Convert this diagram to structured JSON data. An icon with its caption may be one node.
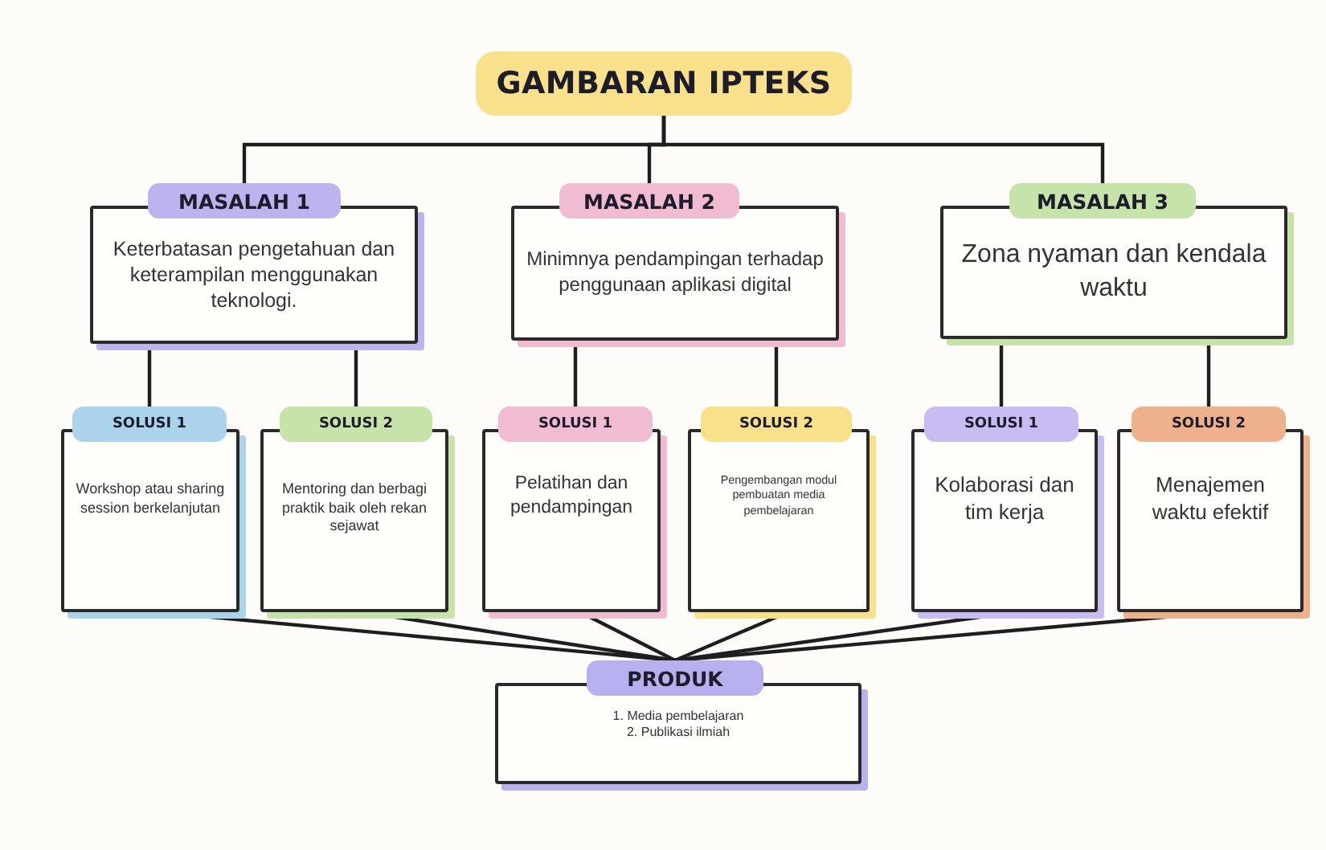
{
  "diagram": {
    "nodes": [
      {
        "text": [
          "GAMBARAN IPTEKS"
        ]
      },
      {
        "text": [
          "MASALAH 1",
          "Keterbatasan pengetahuan dan keterampilan menggunakan teknologi."
        ]
      },
      {
        "text": [
          "MASALAH 2",
          "Minimnya pendampingan terhadap penggunaan aplikasi digital"
        ]
      },
      {
        "text": [
          "MASALAH 3",
          "Zona nyaman dan kendala waktu"
        ]
      },
      {
        "text": [
          "SOLUSI 1",
          "Workshop atau sharing session berkelanjutan"
        ]
      },
      {
        "text": [
          "SOLUSI 2",
          "Mentoring dan berbagi praktik baik oleh rekan sejawat"
        ]
      },
      {
        "text": [
          "SOLUSI 1",
          "Pelatihan dan pendampingan"
        ]
      },
      {
        "text": [
          "SOLUSI 2",
          "Pengembangan modul pembuatan media pembelajaran"
        ]
      },
      {
        "text": [
          "SOLUSI 1",
          "Kolaborasi dan tim kerja"
        ]
      },
      {
        "text": [
          "SOLUSI 2",
          "Menajemen waktu efektif"
        ]
      },
      {
        "text": [
          "PRODUK",
          "1. Media pembelajaran",
          "2. Publikasi ilmiah"
        ]
      }
    ],
    "edges": [
      {
        "from": 0,
        "to": 1,
        "arrow": "none"
      },
      {
        "from": 0,
        "to": 2,
        "arrow": "none"
      },
      {
        "from": 0,
        "to": 3,
        "arrow": "none"
      },
      {
        "from": 1,
        "to": 4,
        "arrow": "none"
      },
      {
        "from": 1,
        "to": 5,
        "arrow": "none"
      },
      {
        "from": 2,
        "to": 6,
        "arrow": "none"
      },
      {
        "from": 2,
        "to": 7,
        "arrow": "none"
      },
      {
        "from": 3,
        "to": 8,
        "arrow": "none"
      },
      {
        "from": 3,
        "to": 9,
        "arrow": "none"
      },
      {
        "from": 4,
        "to": 10,
        "arrow": "none"
      },
      {
        "from": 5,
        "to": 10,
        "arrow": "none"
      },
      {
        "from": 6,
        "to": 10,
        "arrow": "none"
      },
      {
        "from": 7,
        "to": 10,
        "arrow": "none"
      },
      {
        "from": 8,
        "to": 10,
        "arrow": "none"
      },
      {
        "from": 9,
        "to": 10,
        "arrow": "none"
      }
    ]
  }
}
